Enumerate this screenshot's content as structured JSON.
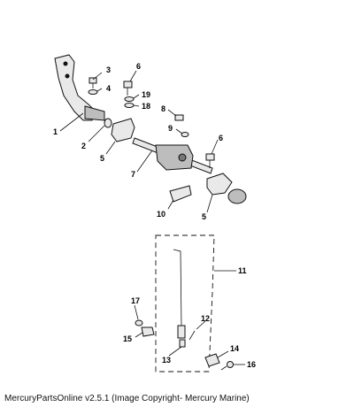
{
  "footer_text": "MercuryPartsOnline v2.5.1 (Image Copyright- Mercury Marine)",
  "callouts": {
    "c1": "1",
    "c2": "2",
    "c3": "3",
    "c4": "4",
    "c5a": "5",
    "c5b": "5",
    "c6a": "6",
    "c6b": "6",
    "c7": "7",
    "c8": "8",
    "c9": "9",
    "c10": "10",
    "c11": "11",
    "c12": "12",
    "c13": "13",
    "c14": "14",
    "c15": "15",
    "c16": "16",
    "c17": "17",
    "c18": "18",
    "c19": "19"
  },
  "colors": {
    "line": "#111111",
    "part_fill": "#e9e9e9",
    "part_shade": "#bdbdbd"
  }
}
